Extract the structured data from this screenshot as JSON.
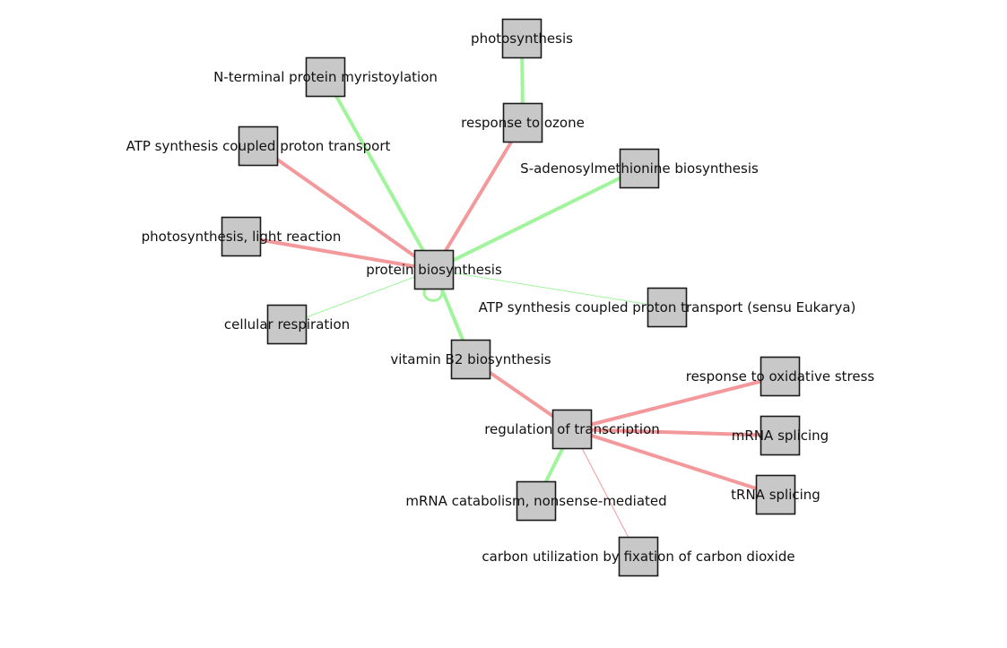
{
  "graph": {
    "colors": {
      "positive_edge": "#a0f59c",
      "negative_edge": "#f4999b",
      "node_fill": "#c8c8c8",
      "node_border": "#1a1a1a"
    },
    "nodes": [
      {
        "id": "photosynthesis",
        "label": "photosynthesis"
      },
      {
        "id": "n-terminal",
        "label": "N-terminal protein myristoylation"
      },
      {
        "id": "response-ozone",
        "label": "response to ozone"
      },
      {
        "id": "atp-synthesis",
        "label": "ATP synthesis coupled proton transport"
      },
      {
        "id": "sam-biosynthesis",
        "label": "S-adenosylmethionine biosynthesis"
      },
      {
        "id": "photosynthesis-light",
        "label": "photosynthesis, light reaction"
      },
      {
        "id": "protein-biosynthesis",
        "label": "protein biosynthesis"
      },
      {
        "id": "cellular-respiration",
        "label": "cellular respiration"
      },
      {
        "id": "atp-eukarya",
        "label": "ATP synthesis coupled proton transport (sensu Eukarya)"
      },
      {
        "id": "vitamin-b2",
        "label": "vitamin B2 biosynthesis"
      },
      {
        "id": "response-oxidative",
        "label": "response to oxidative stress"
      },
      {
        "id": "regulation-transcription",
        "label": "regulation of transcription"
      },
      {
        "id": "mrna-splicing",
        "label": "mRNA splicing"
      },
      {
        "id": "trna-splicing",
        "label": "tRNA splicing"
      },
      {
        "id": "mrna-catabolism",
        "label": "mRNA catabolism, nonsense-mediated"
      },
      {
        "id": "carbon-utilization",
        "label": "carbon utilization by fixation of carbon dioxide"
      }
    ],
    "edges": [
      {
        "source": "photosynthesis",
        "target": "response-ozone",
        "sign": "positive",
        "weight": "strong"
      },
      {
        "source": "response-ozone",
        "target": "protein-biosynthesis",
        "sign": "negative",
        "weight": "strong"
      },
      {
        "source": "n-terminal",
        "target": "protein-biosynthesis",
        "sign": "positive",
        "weight": "strong"
      },
      {
        "source": "atp-synthesis",
        "target": "protein-biosynthesis",
        "sign": "negative",
        "weight": "strong"
      },
      {
        "source": "sam-biosynthesis",
        "target": "protein-biosynthesis",
        "sign": "positive",
        "weight": "strong"
      },
      {
        "source": "photosynthesis-light",
        "target": "protein-biosynthesis",
        "sign": "negative",
        "weight": "strong"
      },
      {
        "source": "cellular-respiration",
        "target": "protein-biosynthesis",
        "sign": "positive",
        "weight": "weak"
      },
      {
        "source": "atp-eukarya",
        "target": "protein-biosynthesis",
        "sign": "positive",
        "weight": "weak"
      },
      {
        "source": "protein-biosynthesis",
        "target": "protein-biosynthesis",
        "sign": "positive",
        "weight": "medium"
      },
      {
        "source": "protein-biosynthesis",
        "target": "vitamin-b2",
        "sign": "positive",
        "weight": "strong"
      },
      {
        "source": "vitamin-b2",
        "target": "regulation-transcription",
        "sign": "negative",
        "weight": "strong"
      },
      {
        "source": "regulation-transcription",
        "target": "response-oxidative",
        "sign": "negative",
        "weight": "strong"
      },
      {
        "source": "regulation-transcription",
        "target": "mrna-splicing",
        "sign": "negative",
        "weight": "strong"
      },
      {
        "source": "regulation-transcription",
        "target": "trna-splicing",
        "sign": "negative",
        "weight": "strong"
      },
      {
        "source": "regulation-transcription",
        "target": "mrna-catabolism",
        "sign": "positive",
        "weight": "strong"
      },
      {
        "source": "regulation-transcription",
        "target": "carbon-utilization",
        "sign": "negative",
        "weight": "weak"
      }
    ]
  }
}
